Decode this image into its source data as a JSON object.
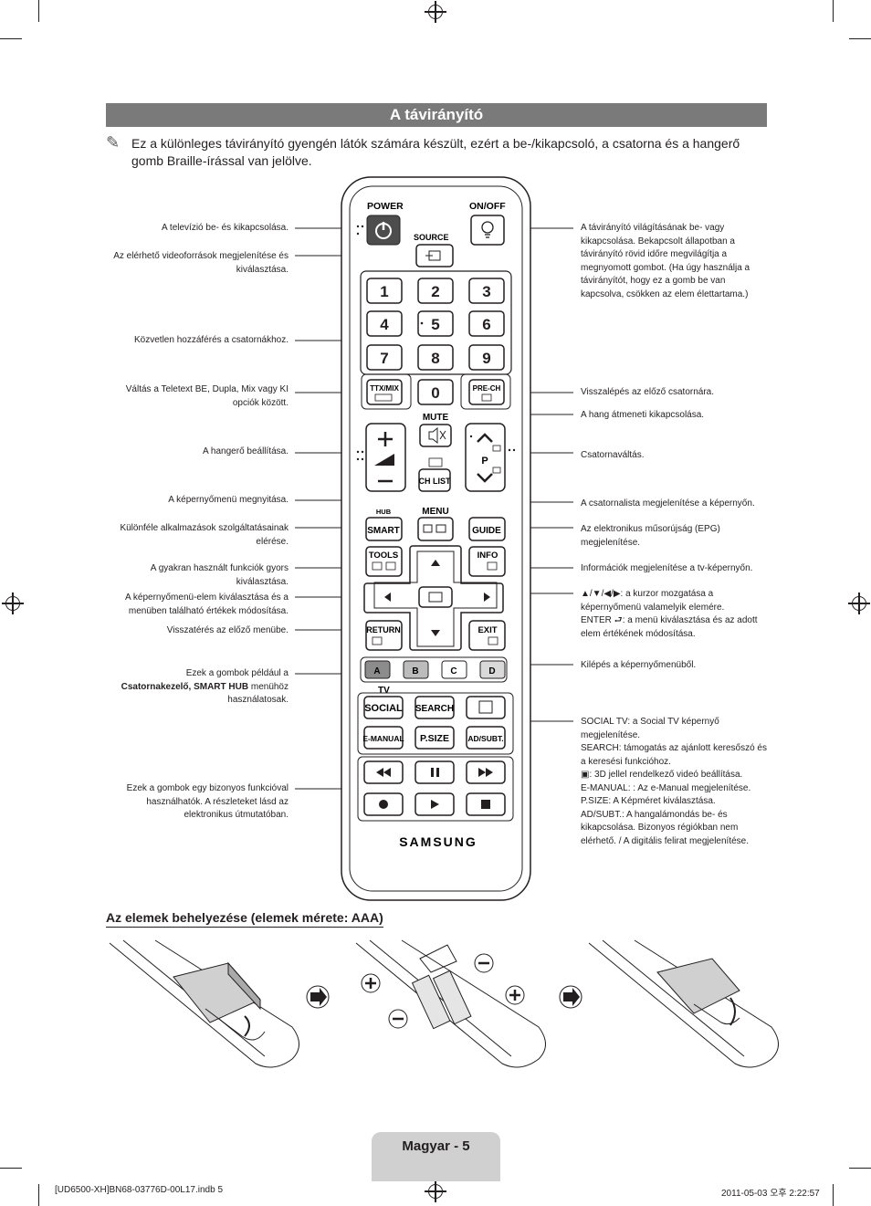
{
  "title": "A távirányító",
  "note": "Ez a különleges távirányító gyengén látók számára készült, ezért a be-/kikapcsoló, a csatorna és a hangerő gomb Braille-írással van jelölve.",
  "remote": {
    "power": "POWER",
    "onoff": "ON/OFF",
    "source": "SOURCE",
    "digits": [
      "1",
      "2",
      "3",
      "4",
      "5",
      "6",
      "7",
      "8",
      "9",
      "0"
    ],
    "ttx": "TTX/MIX",
    "prech": "PRE-CH",
    "mute": "MUTE",
    "chlist": "CH LIST",
    "p": "P",
    "hub": "HUB",
    "menu": "MENU",
    "smart": "SMART",
    "guide": "GUIDE",
    "tools": "TOOLS",
    "info": "INFO",
    "return": "RETURN",
    "exit": "EXIT",
    "colors": [
      "A",
      "B",
      "C",
      "D"
    ],
    "tv": "TV",
    "social": "SOCIAL",
    "search": "SEARCH",
    "emanual": "E-MANUAL",
    "psize": "P.SIZE",
    "adsubt": "AD/SUBT.",
    "brand": "SAMSUNG"
  },
  "left_labels": {
    "power": "A televízió be- és kikapcsolása.",
    "source": "Az elérhető videoforrások megjelenítése és kiválasztása.",
    "digits": "Közvetlen hozzáférés a csatornákhoz.",
    "ttx": "Váltás a Teletext BE, Dupla, Mix vagy KI opciók között.",
    "volume": "A hangerő beállítása.",
    "menu": "A képernyőmenü megnyitása.",
    "smart": "Különféle alkalmazások szolgáltatásainak elérése.",
    "tools": "A gyakran használt funkciók gyors kiválasztása.",
    "nav": "A képernyőmenü-elem kiválasztása és a menüben található értékek módosítása.",
    "return": "Visszatérés az előző menübe.",
    "colors_1": "Ezek a gombok például a",
    "colors_2": "Csatornakezelő, SMART HUB",
    "colors_3": "menühöz használatosak.",
    "bottom": "Ezek a gombok egy bizonyos funkcióval használhatók. A részleteket lásd az elektronikus útmutatóban."
  },
  "right_labels": {
    "onoff": "A távirányító világításának be- vagy kikapcsolása. Bekapcsolt állapotban a távirányító rövid időre megvilágítja a megnyomott gombot. (Ha úgy használja a távirányítót, hogy ez a gomb be van kapcsolva, csökken az elem élettartama.)",
    "prech": "Visszalépés az előző csatornára.",
    "mute": "A hang átmeneti kikapcsolása.",
    "channel": "Csatornaváltás.",
    "chlist": "A csatornalista megjelenítése a képernyőn.",
    "guide": "Az elektronikus műsorújság (EPG) megjelenítése.",
    "info": "Információk megjelenítése a tv-képernyőn.",
    "nav_1": "▲/▼/◀/▶: a kurzor mozgatása a képernyőmenü valamelyik elemére.",
    "nav_2_key": "ENTER",
    "nav_2": ": a menü kiválasztása és az adott elem értékének módosítása.",
    "exit": "Kilépés a képernyőmenüből.",
    "social_key": "SOCIAL TV",
    "social_mid": ": a",
    "social_bold": "Social TV",
    "social_end": "képernyő megjelenítése.",
    "search_key": "SEARCH",
    "search": ": támogatás az ajánlott keresőszó és a keresési funkcióhoz.",
    "threed": ": 3D jellel rendelkező videó beállítása.",
    "emanual_key": "E-MANUAL",
    "emanual": ": : Az",
    "emanual_bold": "e-Manual",
    "emanual_end": "megjelenítése.",
    "psize_key": "P.SIZE",
    "psize": ": A",
    "psize_bold": "Képméret",
    "psize_end": "kiválasztása.",
    "adsubt_key": "AD/SUBT.",
    "adsubt": ": A hangalámondás be- és kikapcsolása. Bizonyos régiókban nem elérhető. / A digitális felirat megjelenítése."
  },
  "battery_title": "Az elemek behelyezése (elemek mérete: AAA)",
  "page_label": "Magyar - 5",
  "footer_left": "[UD6500-XH]BN68-03776D-00L17.indb   5",
  "footer_right": "2011-05-03   오후 2:22:57"
}
